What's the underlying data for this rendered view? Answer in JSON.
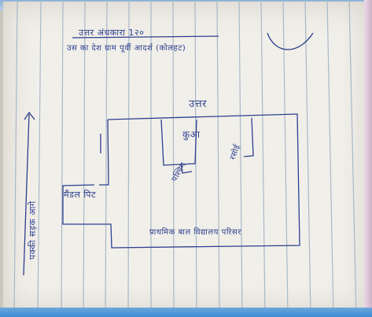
{
  "note": {
    "heading_line1": "उत्तर अंधकारा 1२०",
    "heading_line2": "उस का देश ग्राम पूर्वी आदर्श (कोलहट)",
    "map_labels": {
      "top": "उत्तर",
      "well": "कुआ",
      "kitchen": "रसोई",
      "west": "पश्चिम",
      "pole": "मैंडल पिट",
      "school": "प्राथमिक बाल विद्यालय परिसर",
      "road": "पक्की सड़क आगे"
    }
  },
  "colors": {
    "paper": "#f1efe9",
    "ink": "#2d3f8f",
    "rule_lines": "#a9b8c9",
    "top_band": "#8fb2d8",
    "bottom_band": "#3c8bd6"
  }
}
